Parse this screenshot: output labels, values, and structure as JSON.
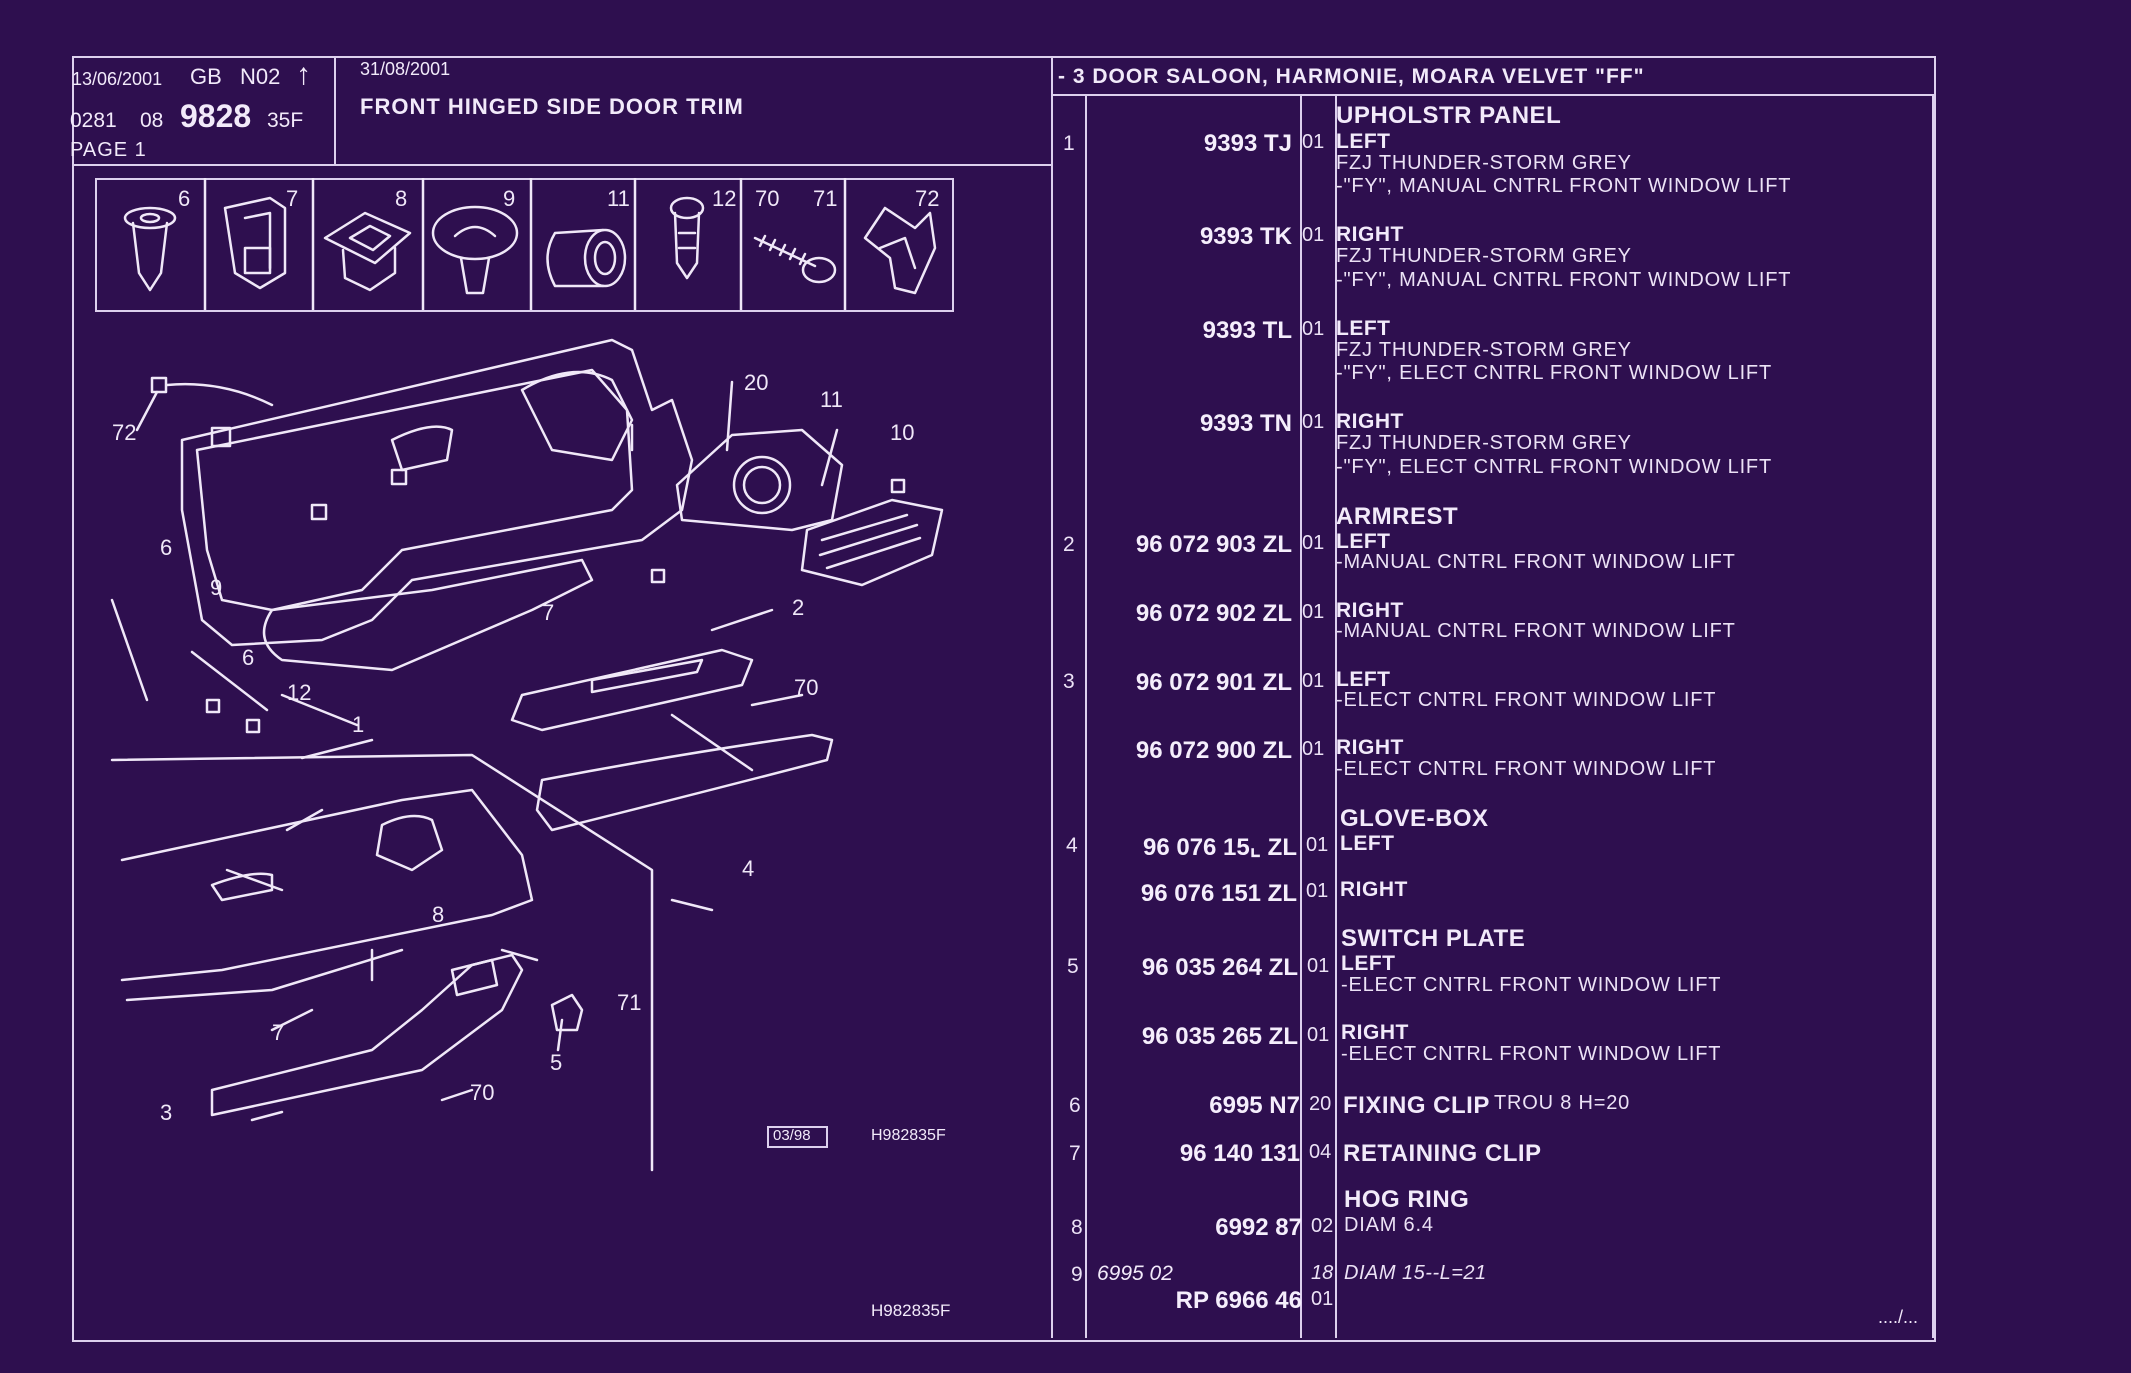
{
  "header": {
    "date1": "13/06/2001",
    "gb": "GB",
    "n02": "N02",
    "arrow": "↑",
    "code_a": "0281",
    "code_b": "08",
    "code_main": "9828",
    "code_c": "35F",
    "page": "PAGE 1",
    "date2": "31/08/2001",
    "title": "FRONT HINGED SIDE DOOR TRIM",
    "vehicle": "- 3 DOOR SALOON, HARMONIE, MOARA VELVET \"FF\""
  },
  "icons": [
    {
      "num": "6",
      "icon": "plug-clip-icon"
    },
    {
      "num": "7",
      "icon": "bracket-clip-icon"
    },
    {
      "num": "8",
      "icon": "square-clip-icon"
    },
    {
      "num": "9",
      "icon": "push-rivet-icon"
    },
    {
      "num": "11",
      "icon": "grommet-icon"
    },
    {
      "num": "12",
      "icon": "stud-clip-icon"
    },
    {
      "num": "70",
      "icon": "screw-icon"
    },
    {
      "num": "71",
      "icon": ""
    },
    {
      "num": "72",
      "icon": "spring-clip-icon"
    }
  ],
  "diagram": {
    "callouts": [
      "72",
      "20",
      "11",
      "10",
      "6",
      "9",
      "7",
      "2",
      "6",
      "12",
      "1",
      "70",
      "4",
      "8",
      "71",
      "7",
      "5",
      "3",
      "70"
    ],
    "stamp": "03/98",
    "ref_code": "H982835F",
    "ref_code_bottom": "H982835F"
  },
  "parts": [
    {
      "n": "1",
      "ref": "9393 TJ",
      "qty": "01",
      "head": "UPHOLSTR PANEL",
      "side": "LEFT",
      "lines": [
        "FZJ THUNDER-STORM GREY",
        "-\"FY\", MANUAL CNTRL FRONT WINDOW LIFT"
      ]
    },
    {
      "n": "",
      "ref": "9393 TK",
      "qty": "01",
      "head": "",
      "side": "RIGHT",
      "lines": [
        "FZJ THUNDER-STORM GREY",
        "-\"FY\", MANUAL CNTRL FRONT WINDOW LIFT"
      ]
    },
    {
      "n": "",
      "ref": "9393 TL",
      "qty": "01",
      "head": "",
      "side": "LEFT",
      "lines": [
        "FZJ THUNDER-STORM GREY",
        "-\"FY\", ELECT CNTRL FRONT WINDOW LIFT"
      ]
    },
    {
      "n": "",
      "ref": "9393 TN",
      "qty": "01",
      "head": "",
      "side": "RIGHT",
      "lines": [
        "FZJ THUNDER-STORM GREY",
        "-\"FY\", ELECT CNTRL FRONT WINDOW LIFT"
      ]
    },
    {
      "n": "2",
      "ref": "96 072 903 ZL",
      "qty": "01",
      "head": "ARMREST",
      "side": "LEFT",
      "lines": [
        "-MANUAL CNTRL FRONT WINDOW LIFT"
      ]
    },
    {
      "n": "",
      "ref": "96 072 902 ZL",
      "qty": "01",
      "head": "",
      "side": "RIGHT",
      "lines": [
        "-MANUAL CNTRL FRONT WINDOW LIFT"
      ]
    },
    {
      "n": "3",
      "ref": "96 072 901 ZL",
      "qty": "01",
      "head": "",
      "side": "LEFT",
      "lines": [
        "-ELECT CNTRL FRONT WINDOW LIFT"
      ]
    },
    {
      "n": "",
      "ref": "96 072 900 ZL",
      "qty": "01",
      "head": "",
      "side": "RIGHT",
      "lines": [
        "-ELECT CNTRL FRONT WINDOW LIFT"
      ]
    },
    {
      "n": "4",
      "ref": "96 076 15⌞ ZL",
      "qty": "01",
      "head": "GLOVE-BOX",
      "side": "LEFT",
      "lines": []
    },
    {
      "n": "",
      "ref": "96 076 151 ZL",
      "qty": "01",
      "head": "",
      "side": "RIGHT",
      "lines": []
    },
    {
      "n": "5",
      "ref": "96 035 264 ZL",
      "qty": "01",
      "head": "SWITCH PLATE",
      "side": "LEFT",
      "lines": [
        "-ELECT CNTRL FRONT WINDOW LIFT"
      ]
    },
    {
      "n": "",
      "ref": "96 035 265 ZL",
      "qty": "01",
      "head": "",
      "side": "RIGHT",
      "lines": [
        "-ELECT CNTRL FRONT WINDOW LIFT"
      ]
    },
    {
      "n": "6",
      "ref": "6995 N7",
      "qty": "20",
      "head": "",
      "side": "FIXING CLIP",
      "lines": [
        "TROU 8 H=20"
      ]
    },
    {
      "n": "7",
      "ref": "96 140 131",
      "qty": "04",
      "head": "",
      "side": "RETAINING CLIP",
      "lines": []
    },
    {
      "n": "8",
      "ref": "6992 87",
      "qty": "02",
      "head": "HOG RING",
      "side": "",
      "lines": [
        "DIAM 6.4"
      ]
    },
    {
      "n": "9",
      "ref": "RP 6966 46",
      "qty": "01",
      "head": "",
      "side": "",
      "lines": [],
      "handwritten_ref": "6995 02",
      "handwritten_qty": "18",
      "handwritten_desc": "DIAM 15--L=21"
    }
  ],
  "continuation": "..../..."
}
